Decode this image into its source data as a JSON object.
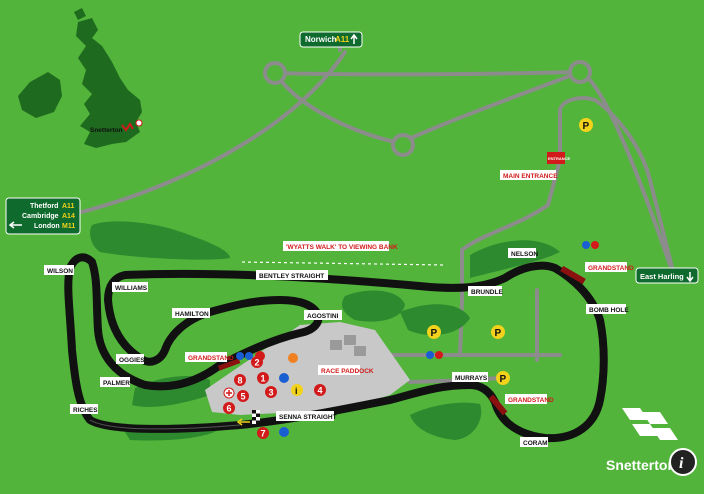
{
  "location": {
    "name": "Snetterton"
  },
  "signs": {
    "norwich": {
      "text": "Norwich",
      "road": "A11"
    },
    "thetford": {
      "text": "Thetford",
      "road": "A11"
    },
    "cambridge": {
      "text": "Cambridge",
      "road": "A14"
    },
    "london": {
      "text": "London",
      "road": "M11"
    },
    "east_harling": {
      "text": "East Harling"
    }
  },
  "corners": {
    "wilson": "WILSON",
    "williams": "WILLIAMS",
    "hamilton": "HAMILTON",
    "oggies": "OGGIES",
    "palmer": "PALMER",
    "riches": "RICHES",
    "agostini": "AGOSTINI",
    "bentley": "BENTLEY STRAIGHT",
    "brundle": "BRUNDLE",
    "nelson": "NELSON",
    "bomb_hole": "BOMB HOLE",
    "murrays": "MURRAYS",
    "coram": "CORAM",
    "senna": "SENNA STRAIGHT"
  },
  "labels": {
    "main_entrance": "MAIN ENTRANCE",
    "entrance": "ENTRANCE",
    "wyatts_walk": "'WYATTS WALK' TO VIEWING BANK",
    "race_paddock": "RACE PADDOCK",
    "grandstand_1": "GRANDSTAND",
    "grandstand_2": "GRANDSTAND",
    "grandstand_3": "GRANDSTAND"
  },
  "parking_symbol": "P",
  "info_symbol": "i",
  "paddock_numbers": [
    "1",
    "2",
    "3",
    "4",
    "5",
    "6",
    "7",
    "8"
  ],
  "brand": {
    "text": "Snetterton"
  },
  "colors": {
    "grass": "#52b43a",
    "dark_grass": "#2e8a2e",
    "track": "#111111",
    "road": "#8c8c8c",
    "paddock": "#c8c8c8",
    "accent_red": "#d21a1a",
    "sign_green": "#0f6a2e",
    "parking_yellow": "#f2d21b"
  }
}
